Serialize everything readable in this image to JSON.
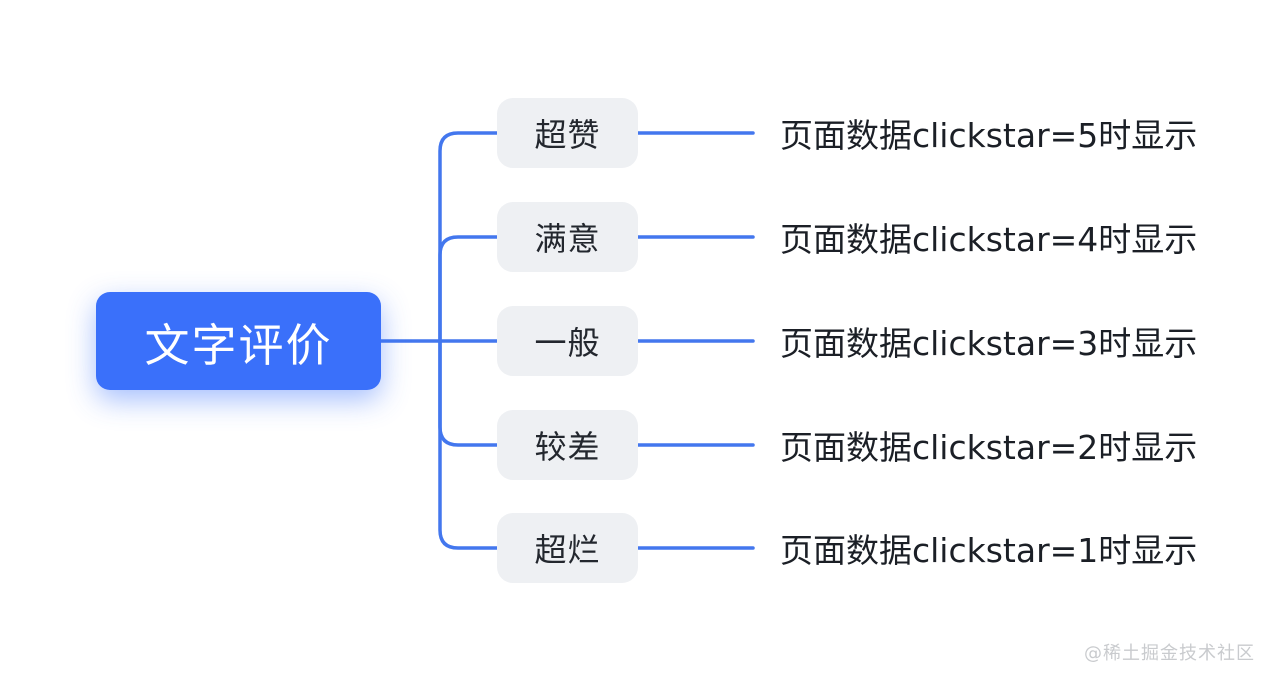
{
  "root": {
    "label": "文字评价"
  },
  "branches": [
    {
      "label": "超赞",
      "note": "页面数据clickstar=5时显示"
    },
    {
      "label": "满意",
      "note": "页面数据clickstar=4时显示"
    },
    {
      "label": "一般",
      "note": "页面数据clickstar=3时显示"
    },
    {
      "label": "较差",
      "note": "页面数据clickstar=2时显示"
    },
    {
      "label": "超烂",
      "note": "页面数据clickstar=1时显示"
    }
  ],
  "watermark": "@稀土掘金技术社区",
  "colors": {
    "root_fill": "#3a70fa",
    "root_text": "#ffffff",
    "branch_fill": "#eef0f3",
    "branch_text": "#23272e",
    "note_text": "#1b1f26",
    "connector": "#4377ee",
    "watermark_text": "#c9cbce",
    "background": "#ffffff"
  }
}
